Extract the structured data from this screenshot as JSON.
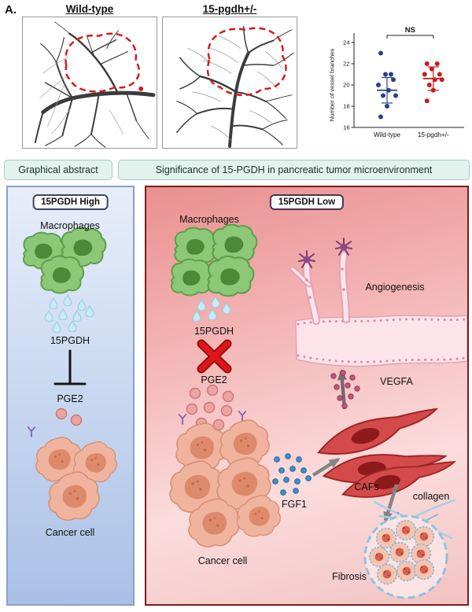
{
  "panel_a": {
    "label": "A.",
    "images": [
      {
        "title": "Wild-type"
      },
      {
        "title": "15-pgdh+/-"
      }
    ]
  },
  "chart_data": {
    "type": "scatter",
    "title": "",
    "xlabel": "",
    "ylabel": "Number of vessel branches",
    "ylim": [
      16,
      24
    ],
    "yticks": [
      16,
      18,
      20,
      22,
      24
    ],
    "categories": [
      "Wild-type",
      "15-pgdh+/-"
    ],
    "annotation": "NS",
    "series": [
      {
        "name": "Wild-type",
        "color": "#2b3f8f",
        "values": [
          23,
          21,
          21,
          20.5,
          20,
          19.5,
          19,
          19,
          18,
          17
        ],
        "mean": 19.5,
        "err_low": 18.3,
        "err_high": 20.7
      },
      {
        "name": "15-pgdh+/-",
        "color": "#cc1b1b",
        "values": [
          22,
          22,
          21.5,
          21,
          21,
          20.5,
          20.5,
          20,
          19.5,
          18.5
        ],
        "mean": 20.6,
        "err_low": 19.5,
        "err_high": 21.7
      }
    ]
  },
  "abstract_bar": {
    "left_label": "Graphical abstract",
    "right_label": "Significance of 15-PGDH in pancreatic tumor microenvironment"
  },
  "left_panel": {
    "title": "15PGDH High",
    "labels": {
      "macrophages": "Macrophages",
      "pgdh": "15PGDH",
      "pge2": "PGE2",
      "cancer_cell": "Cancer cell"
    }
  },
  "right_panel": {
    "title": "15PGDH Low",
    "labels": {
      "macrophages": "Macrophages",
      "pgdh": "15PGDH",
      "pge2": "PGE2",
      "cancer_cell": "Cancer cell",
      "angiogenesis": "Angiogenesis",
      "vegfa": "VEGFA",
      "cafs": "CAFs",
      "collagen": "collagen",
      "fgf1": "FGF1",
      "fibrosis": "Fibrosis"
    }
  }
}
